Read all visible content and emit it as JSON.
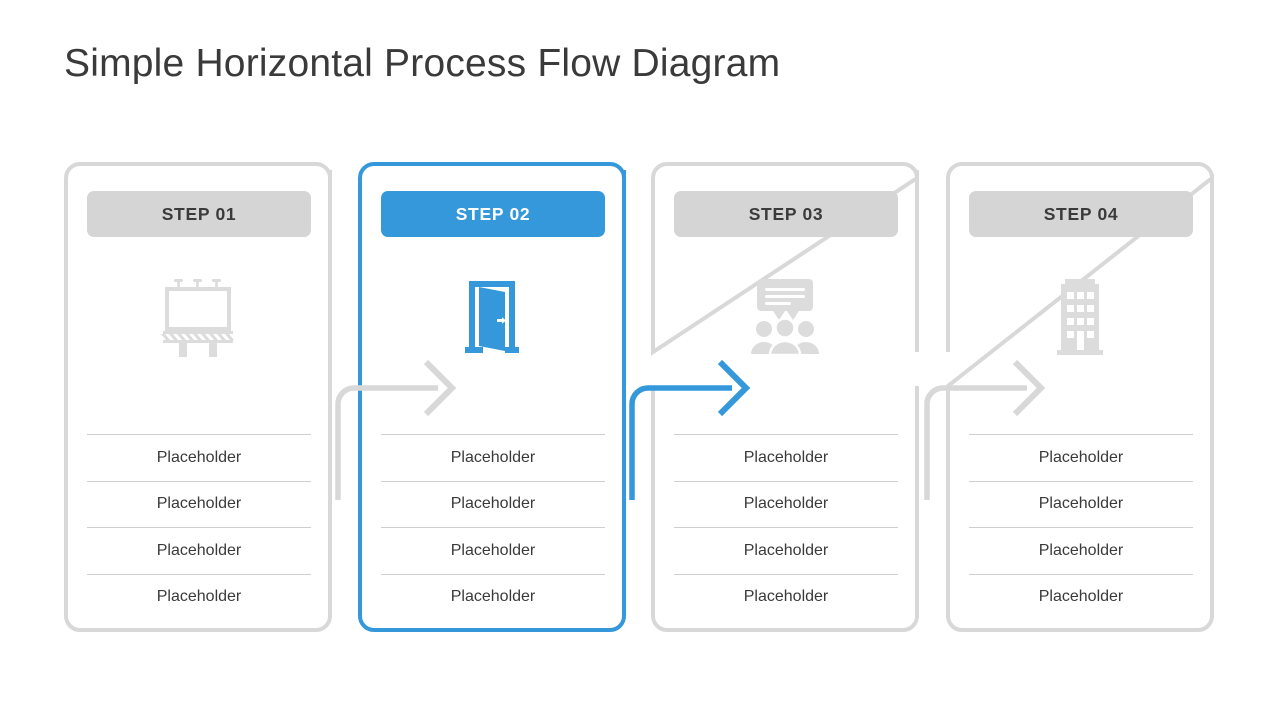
{
  "slide": {
    "title": "Simple Horizontal Process Flow Diagram",
    "background_color": "#ffffff"
  },
  "theme": {
    "accent_color": "#3498db",
    "inactive_header_color": "#d5d5d5",
    "inactive_border_color": "#d8d8d8",
    "icon_inactive_color": "#dcdcdc",
    "title_color": "#3a3a3a",
    "row_text_color": "#3a3a3a",
    "row_divider_color": "#cfcfcf"
  },
  "diagram": {
    "type": "horizontal-process-flow",
    "step_count": 4,
    "active_step_index": 1,
    "steps": [
      {
        "label": "STEP 01",
        "icon": "billboard-icon",
        "active": false,
        "rows": [
          "Placeholder",
          "Placeholder",
          "Placeholder",
          "Placeholder"
        ]
      },
      {
        "label": "STEP 02",
        "icon": "open-door-icon",
        "active": true,
        "rows": [
          "Placeholder",
          "Placeholder",
          "Placeholder",
          "Placeholder"
        ]
      },
      {
        "label": "STEP 03",
        "icon": "meeting-presentation-icon",
        "active": false,
        "rows": [
          "Placeholder",
          "Placeholder",
          "Placeholder",
          "Placeholder"
        ]
      },
      {
        "label": "STEP 04",
        "icon": "office-building-icon",
        "active": false,
        "rows": [
          "Placeholder",
          "Placeholder",
          "Placeholder",
          "Placeholder"
        ]
      }
    ],
    "connectors": [
      {
        "name": "connector-step1-to-step2",
        "color": "#d8d8d8",
        "active": false
      },
      {
        "name": "connector-step2-to-step3",
        "color": "#3498db",
        "active": true
      },
      {
        "name": "connector-step3-to-step4",
        "color": "#d8d8d8",
        "active": false
      }
    ]
  }
}
